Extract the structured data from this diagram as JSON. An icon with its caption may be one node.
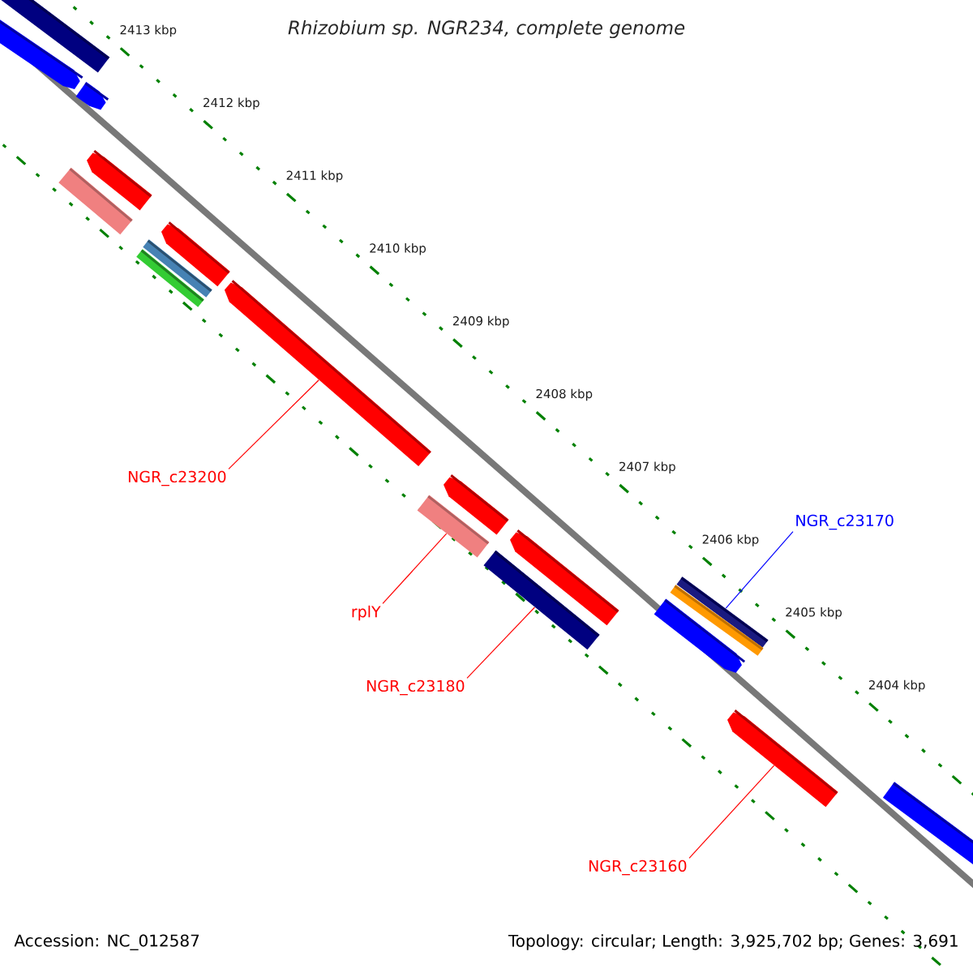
{
  "diagram": {
    "title": "Rhizobium sp. NGR234, complete genome",
    "nodes": [
      {
        "text": [],
        "shape": "arrow"
      },
      {
        "text": [
          "NGR_c23200"
        ]
      },
      {
        "text": [],
        "shape": "bar"
      },
      {
        "text": [
          "rplY"
        ]
      },
      {
        "text": [],
        "shape": "bar"
      },
      {
        "text": [
          "NGR_c23180"
        ]
      },
      {
        "text": [],
        "shape": "bar"
      },
      {
        "text": [
          "NGR_c23170"
        ]
      },
      {
        "text": [],
        "shape": "arrow"
      },
      {
        "text": [
          "NGR_c23160"
        ]
      },
      {
        "text": [],
        "shape": "bar"
      },
      {
        "text": [],
        "shape": "arrow"
      },
      {
        "text": [],
        "shape": "arrow"
      },
      {
        "text": [],
        "shape": "arrow"
      },
      {
        "text": [],
        "shape": "bar"
      },
      {
        "text": [],
        "shape": "arrow"
      },
      {
        "text": [],
        "shape": "bar"
      },
      {
        "text": [],
        "shape": "bar"
      },
      {
        "text": [],
        "shape": "arrow"
      },
      {
        "text": [],
        "shape": "arrow"
      },
      {
        "text": [],
        "shape": "bar"
      },
      {
        "text": [],
        "shape": "arrow"
      },
      {
        "text": [],
        "shape": "bar"
      }
    ],
    "edges": [
      {
        "from": 1,
        "to": 0,
        "arrow": "none"
      },
      {
        "from": 3,
        "to": 2,
        "arrow": "none"
      },
      {
        "from": 5,
        "to": 4,
        "arrow": "none"
      },
      {
        "from": 7,
        "to": 6,
        "arrow": "none",
        "color": "#0000ff"
      },
      {
        "from": 9,
        "to": 8,
        "arrow": "none"
      }
    ],
    "labels": [
      "2413 kbp",
      "2412 kbp",
      "2411 kbp",
      "2410 kbp",
      "2409 kbp",
      "2408 kbp",
      "2407 kbp",
      "2406 kbp",
      "2405 kbp",
      "2404 kbp",
      "Accession: NC_012587",
      "Topology: circular; Length: 3,925,702 bp; Genes: 3,691"
    ]
  }
}
